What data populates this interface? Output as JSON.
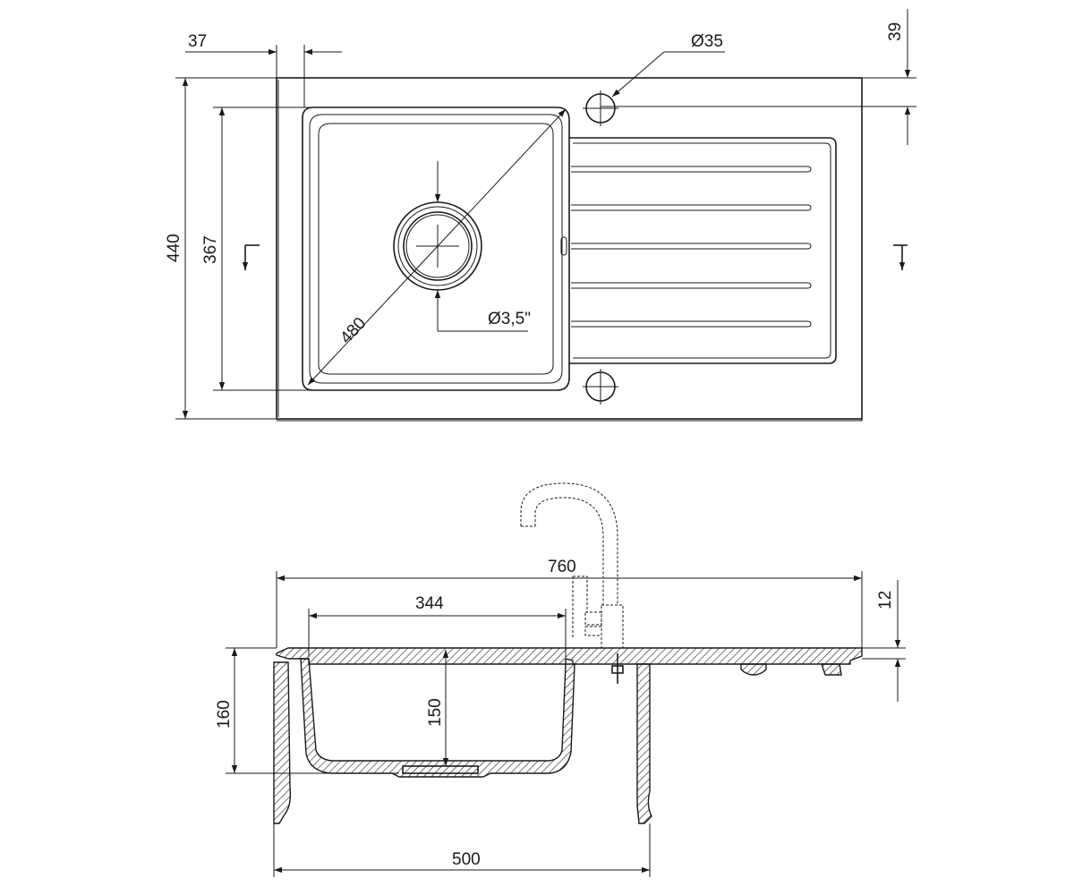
{
  "dimensions": {
    "edge_offset": "37",
    "tap_hole_diameter": "Ø35",
    "back_offset": "39",
    "total_depth": "440",
    "bowl_depth": "367",
    "bowl_diagonal": "480",
    "drain_size": "Ø3,5\"",
    "total_width": "760",
    "bowl_width": "344",
    "rim_thickness": "12",
    "bowl_height_outer": "160",
    "bowl_height_inner": "150",
    "cabinet_width": "500"
  }
}
